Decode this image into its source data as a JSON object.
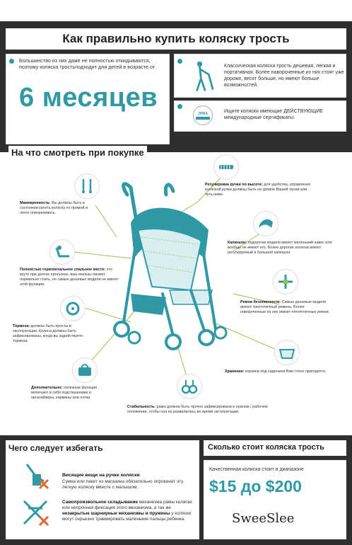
{
  "header": {
    "title": "Как правильно купить коляску трость"
  },
  "intro_left": {
    "text": "Большинство из них даже не полностью откидываются, поэтому коляска тростьподходит для детей в возрасте от",
    "age_big": "6 месяцев"
  },
  "intro_right": {
    "classic_text": "Классическая коляска трость дешевая, легкая и портативная. Более навороченные из них стоят уже дороже, весят больше, но имеют больше возможностей.",
    "cert_text": "Ищите коляски имеющие ДЕЙСТВУЮЩИЕ международные сертификаты.",
    "cert_logo_text": "JPMA"
  },
  "section_title": "На что смотреть при покупке",
  "features": {
    "maneuver": {
      "title": "Маневренность",
      "text": ". Вы должны быть в состоянии катить коляску по прямой и легко поворачивать."
    },
    "handle": {
      "title": "Регулировка ручки по высоте:",
      "text": " для удобства, управления коляской ручки должны быть на уровне Вашей талии или чуть ниже."
    },
    "canopy": {
      "title": "Капюшон:",
      "text": " недорогие модели имеют маленький навес или вообще не имеют его. Более дорогие коляски имеют регулируемый и большой капюшон."
    },
    "recline": {
      "title": "Полностью горизонтальное спальное место:",
      "text": " это круто при долгих прогулках, ваш малыш сможет нормально спать, но самые дешевые модели не имеют этой функции."
    },
    "belts": {
      "title": "Ремни безопасности:",
      "text": " Самые дешевые модели имеют трехточечный ремень. Более навороченные из них имеют пятиточечные ремни."
    },
    "brakes": {
      "title": "Тормоза:",
      "text": " должны быть просты в эксплуатации. Колеса должны быть зафиксированы, когда вы задействуете тормоза."
    },
    "basket": {
      "title": "Хранение:",
      "text": " корзина под сиденьем Вам точно пригодится."
    },
    "extras": {
      "title": "Дополнительно:",
      "text": " полезные функции включают в себя подстаканники и органайзеры, карманы или лотки."
    },
    "stability": {
      "title": "Стабильность:",
      "text": " рама должна быть прочно зафиксирована в нужном / рабочем положении, чтобы она не развалилась во время эксплуатации."
    }
  },
  "avoid": {
    "title": "Чего следует избегать",
    "item1_title": "Висящие вещи на ручке коляски",
    "item1_text": "Сумка или пакет из магазина обязательно опрокинет эту легкую коляску вместе с малышом.",
    "item2_title": "Самопроизвольное складывание",
    "item2_text_a": " механизма рамы коляски или непрочная фиксация этого механизма, а так же ",
    "item2_bold": "незакрытые шарнирные механизмы и пружины",
    "item2_text_b": " у коляски могут серьезно травмировать маленькие пальцы ребенка."
  },
  "cost": {
    "title": "Сколько стоит коляска трость",
    "subtitle": "Качественная коляска стоит в диапазоне",
    "price": "$15 до $200",
    "brand": "SweeSlee"
  },
  "colors": {
    "accent": "#2f99a5",
    "dark": "#2f2f2f",
    "green": "#9cc24a",
    "warn": "#e06a2c"
  }
}
